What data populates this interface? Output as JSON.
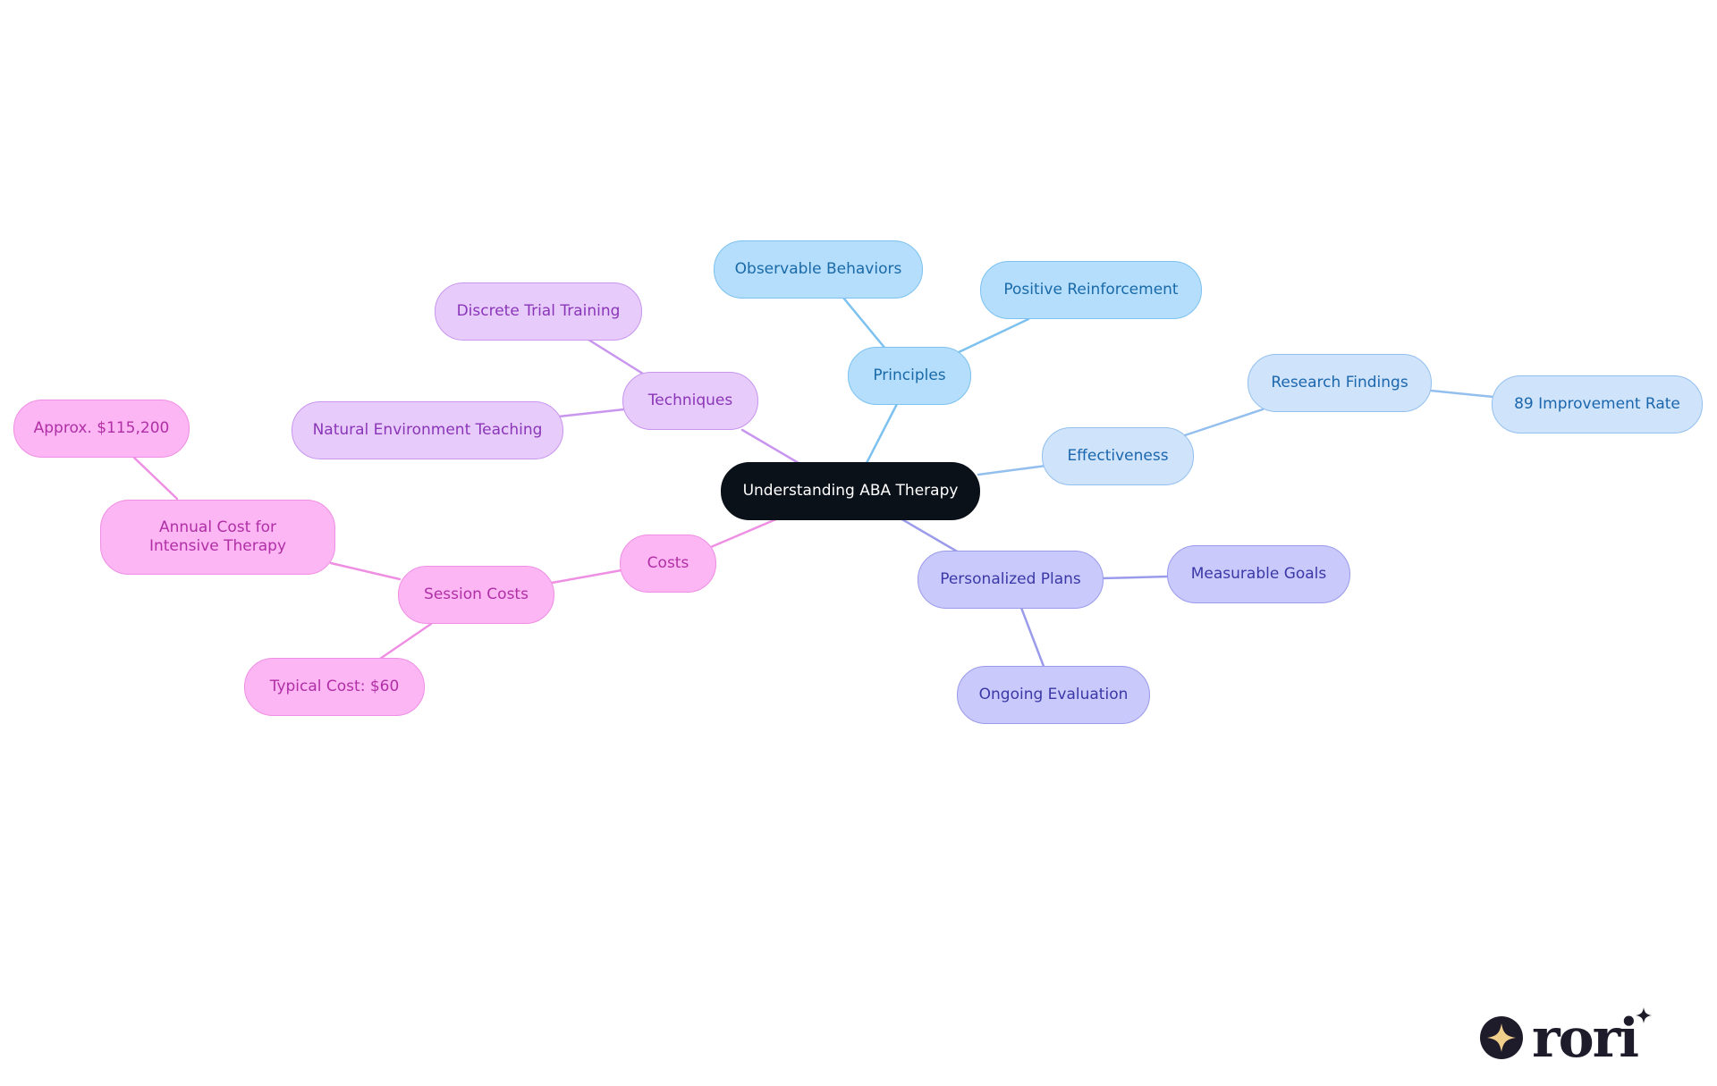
{
  "mindmap": {
    "root": "Understanding ABA Therapy",
    "principles": {
      "label": "Principles",
      "children": [
        "Observable Behaviors",
        "Positive Reinforcement"
      ]
    },
    "effectiveness": {
      "label": "Effectiveness",
      "research_findings": "Research Findings",
      "improvement_rate": "89 Improvement Rate"
    },
    "personalized_plans": {
      "label": "Personalized Plans",
      "children": [
        "Measurable Goals",
        "Ongoing Evaluation"
      ]
    },
    "techniques": {
      "label": "Techniques",
      "children": [
        "Discrete Trial Training",
        "Natural Environment Teaching"
      ]
    },
    "costs": {
      "label": "Costs",
      "session_costs": "Session Costs",
      "annual_cost": "Annual Cost for Intensive Therapy",
      "annual_value": "Approx. $115,200",
      "typical_cost": "Typical Cost: $60"
    }
  },
  "colors": {
    "root": "#0b1119",
    "principles_branch": "#7cc1ef",
    "effectiveness_branch": "#93bfee",
    "plans_branch": "#9b9bec",
    "techniques_branch": "#c895ef",
    "costs_branch": "#ef8fe3"
  },
  "logo": {
    "text": "rori",
    "icon": "sparkle-icon"
  }
}
